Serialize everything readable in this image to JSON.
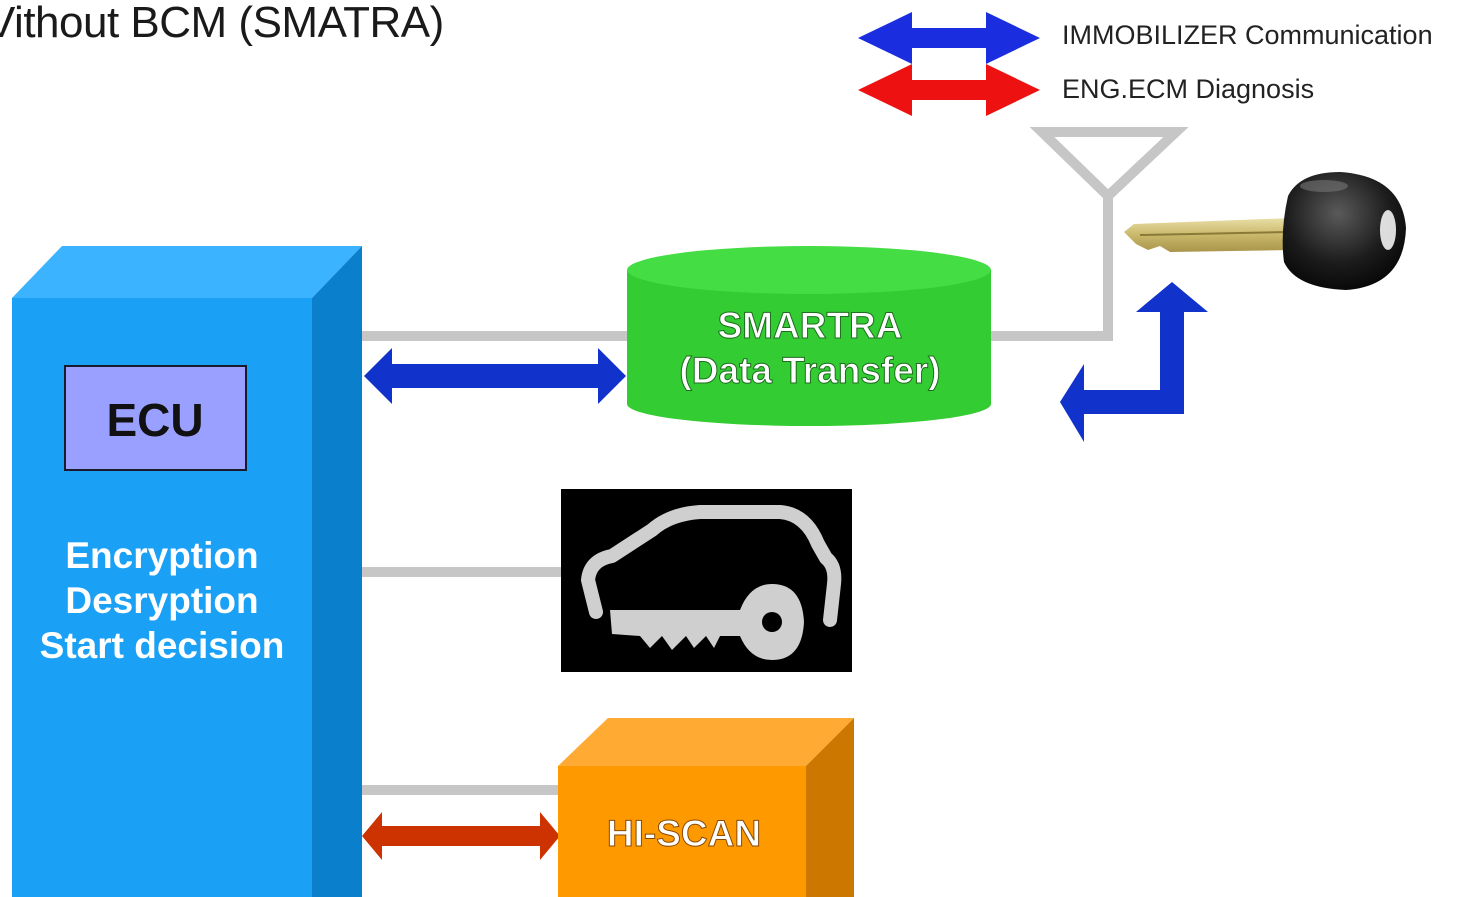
{
  "title": "Vithout BCM (SMATRA)",
  "legend": {
    "immobilizer": "IMMOBILIZER Communication",
    "diagnosis": "ENG.ECM Diagnosis"
  },
  "ecu": {
    "label": "ECU",
    "functions": [
      "Encryption",
      "Desryption",
      "Start decision"
    ]
  },
  "smartra": {
    "line1": "SMARTRA",
    "line2": "(Data Transfer)"
  },
  "hiscan": {
    "label": "HI-SCAN"
  },
  "icons": {
    "antenna": "antenna-icon",
    "key": "car-key-icon",
    "immobilizer_lamp": "immobilizer-warning-lamp-icon"
  },
  "colors": {
    "ecu_block": "#1aa0f5",
    "ecu_label_box": "#9aa0ff",
    "smartra": "#33cc33",
    "hiscan": "#ff9900",
    "immobilizer_arrow": "#1133cc",
    "diagnosis_arrow": "#ee1111",
    "hiscan_arrow": "#cc3300",
    "connector": "#c8c8c8"
  }
}
